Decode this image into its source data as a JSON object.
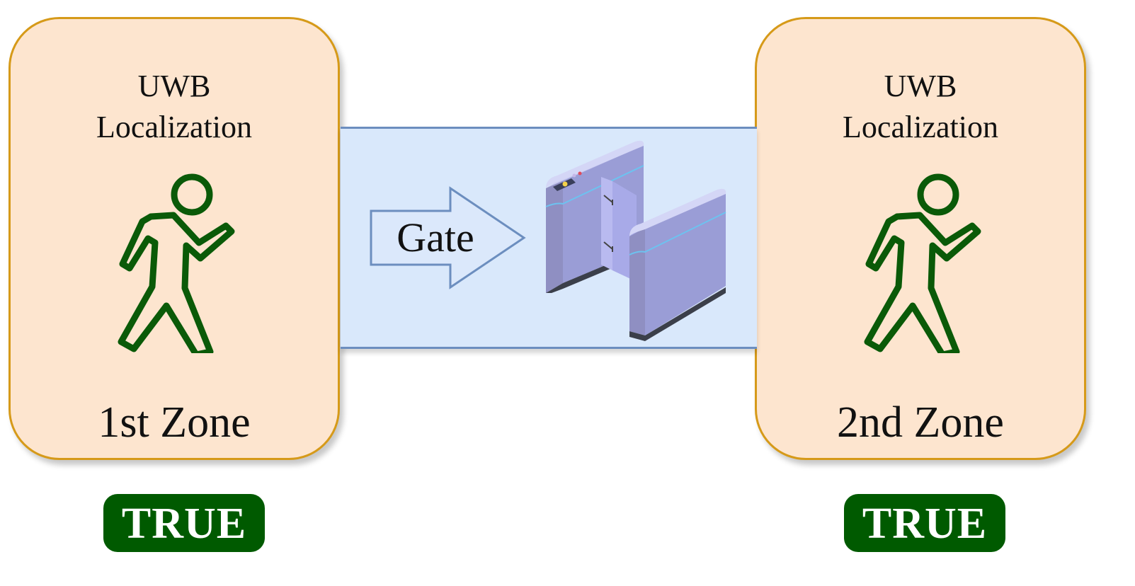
{
  "zones": [
    {
      "title_line1": "UWB",
      "title_line2": "Localization",
      "name": "1st Zone",
      "status": "TRUE"
    },
    {
      "title_line1": "UWB",
      "title_line2": "Localization",
      "name": "2nd Zone",
      "status": "TRUE"
    }
  ],
  "gate": {
    "label": "Gate"
  },
  "colors": {
    "zone_fill": "#fde5cf",
    "zone_border": "#d69a19",
    "walker_stroke": "#0a5a08",
    "badge_fill": "#005a00",
    "band_fill": "#d9e8fb",
    "band_border": "#6c8ebf",
    "turnstile": "#9a9dd6"
  },
  "icons": {
    "walker": "person-walking-icon",
    "arrow": "arrow-right-icon",
    "gate": "turnstile-gate-icon"
  }
}
